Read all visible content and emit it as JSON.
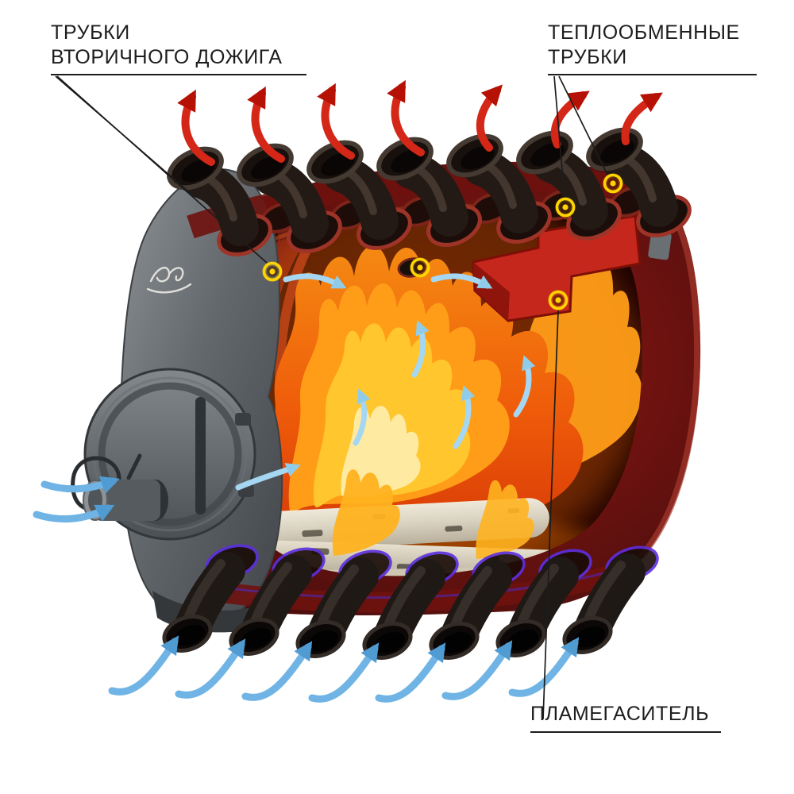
{
  "diagram": {
    "labels": {
      "secondary_tubes": {
        "line1": "ТРУБКИ",
        "line2": "ВТОРИЧНОГО ДОЖИГА"
      },
      "heat_exchange_tubes": {
        "line1": "ТЕПЛООБМЕННЫЕ",
        "line2": "ТРУБКИ"
      },
      "flame_arrester": {
        "text": "ПЛАМЕГАСИТЕЛЬ"
      }
    },
    "structure": {
      "top_tubes": 7,
      "bottom_tubes": 7,
      "highlight_markers": 5
    }
  },
  "colors": {
    "hot_air": "#d42717",
    "cold_air": "#6fb4e4",
    "secondary_air": "#a5d7f2",
    "marker": "#ffd400",
    "leader": "#1c1c1c",
    "label_text": "#1d1d1d",
    "body": "#7e1513",
    "front_panel": "#6e7377",
    "flame_core": "#ffeaa2"
  }
}
